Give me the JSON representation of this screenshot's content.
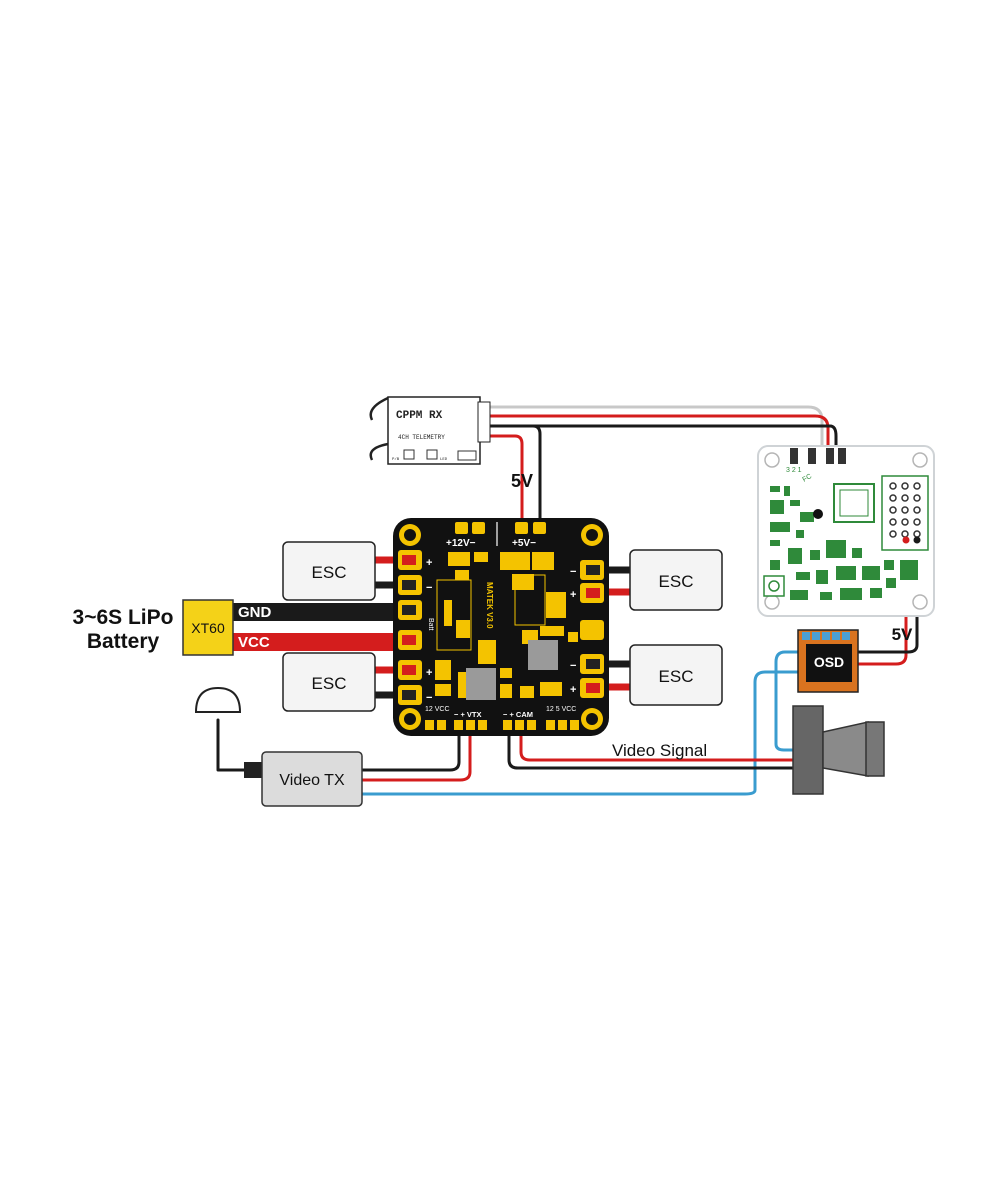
{
  "battery": {
    "title": "3~6S LiPo",
    "subtitle": "Battery",
    "connector": "XT60",
    "gnd": "GND",
    "vcc": "VCC"
  },
  "esc": {
    "label": "ESC"
  },
  "receiver": {
    "title": "CPPM RX",
    "subtitle": "4CH TELEMETRY",
    "pin_a": "P/B",
    "pin_b": "LED"
  },
  "pdb": {
    "v12": "+12V−",
    "v5": "+5V−",
    "brand": "MATEK V3.0",
    "batt": "Batt",
    "vcc12_left": "12 VCC",
    "vcc12_right": "12  5  VCC",
    "vtx": "−  +  VTX",
    "cam": "−  +  CAM",
    "plus": "+",
    "minus": "−"
  },
  "labels": {
    "rx_power": "5V",
    "osd_power": "5V",
    "video_signal": "Video Signal"
  },
  "osd": {
    "label": "OSD"
  },
  "vtx": {
    "label": "Video TX"
  },
  "fc": {
    "pins": "3 2 1",
    "silk": "FC"
  },
  "colors": {
    "wire_red": "#d41d1d",
    "wire_black": "#1a1a1a",
    "wire_blue": "#3a9ccf",
    "wire_gray": "#c8c8c8",
    "pcb": "#111111",
    "gold": "#f4c300",
    "box": "#f4f4f4"
  }
}
